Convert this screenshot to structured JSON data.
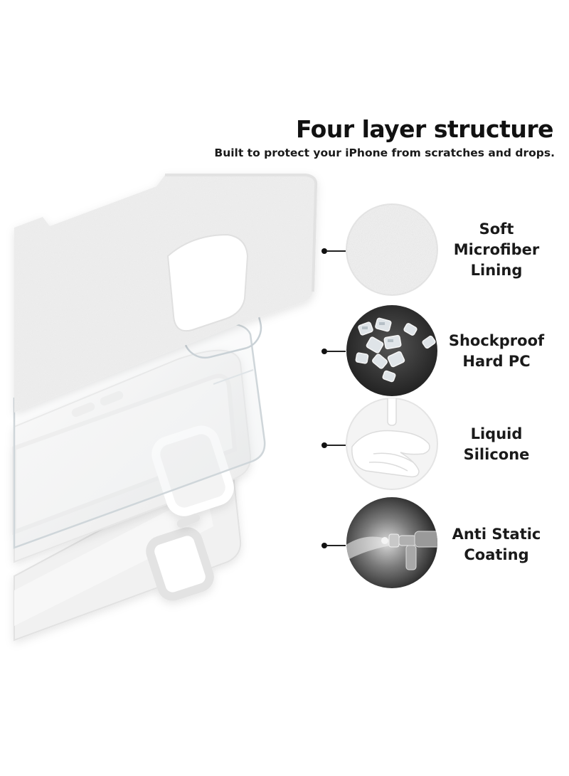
{
  "header": {
    "title": "Four layer structure",
    "subtitle": "Built to protect your iPhone from scratches and drops."
  },
  "features": [
    {
      "name": "microfiber",
      "icon": "microfiber-texture-icon",
      "lines": [
        "Soft",
        "Microfiber",
        "Lining"
      ]
    },
    {
      "name": "pc",
      "icon": "pc-crystals-icon",
      "lines": [
        "Shockproof",
        "Hard PC"
      ]
    },
    {
      "name": "silicone",
      "icon": "silicone-liquid-icon",
      "lines": [
        "Liquid",
        "Silicone"
      ]
    },
    {
      "name": "coating",
      "icon": "spray-nozzle-icon",
      "lines": [
        "Anti Static",
        "Coating"
      ]
    }
  ],
  "colors": {
    "text": "#111111",
    "case_white": "#f4f4f4",
    "dark_bg": "#3a3a3a"
  }
}
